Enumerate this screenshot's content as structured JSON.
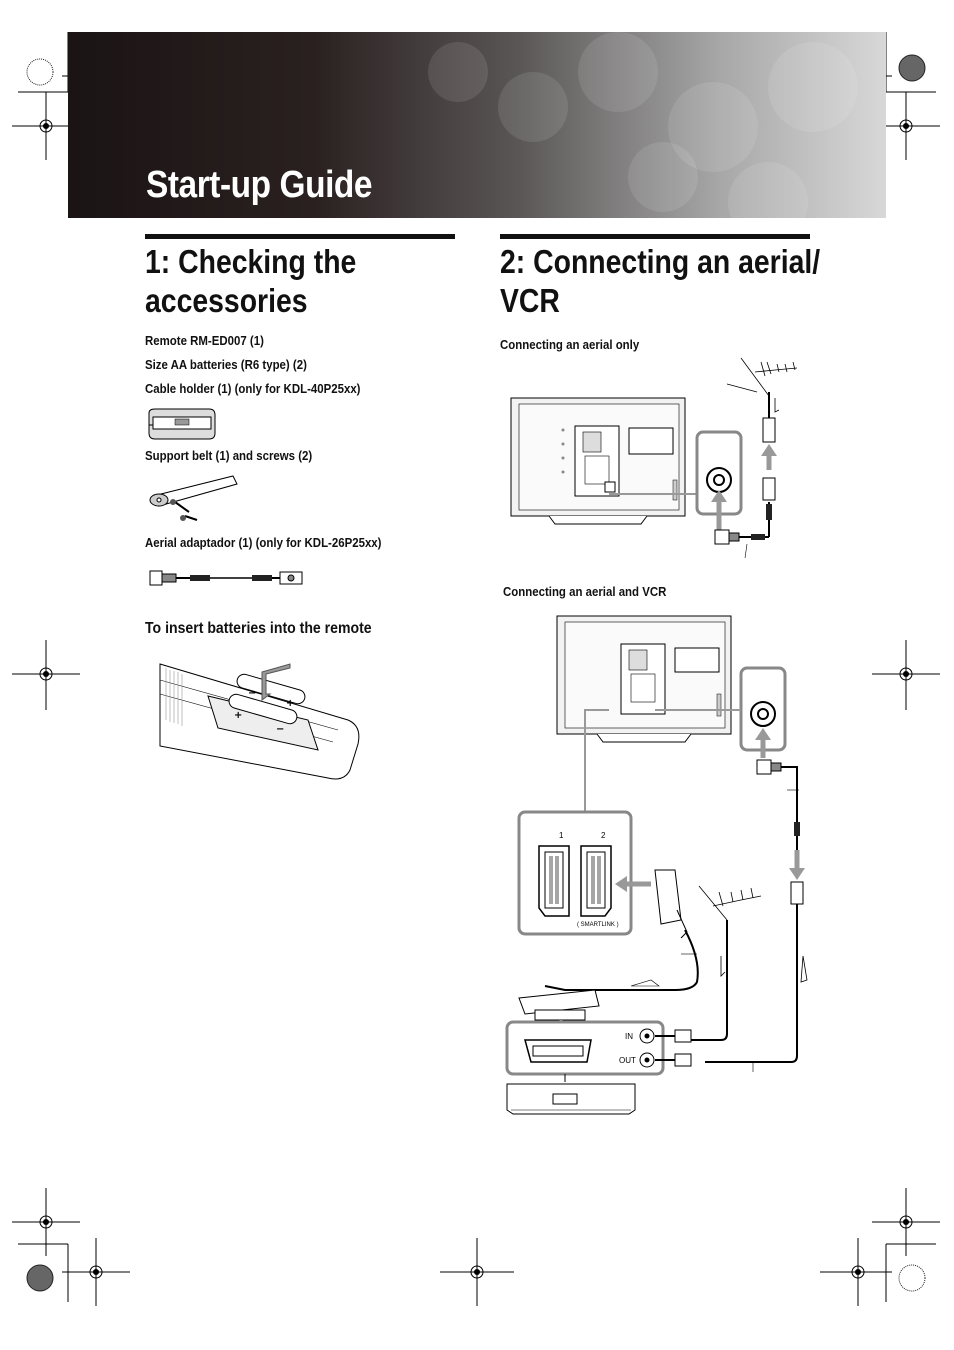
{
  "guide_title": "Start-up Guide",
  "left": {
    "heading_line1": "1: Checking the",
    "heading_line2": "accessories",
    "items": [
      "Remote RM-ED007 (1)",
      "Size AA batteries (R6 type) (2)",
      "Cable holder (1) (only for KDL-40P25xx)",
      "Support belt (1) and screws (2)",
      "Aerial adaptador (1) (only for KDL-26P25xx)"
    ],
    "subheading": "To insert batteries into the remote"
  },
  "right": {
    "heading_line1": "2: Connecting an aerial/",
    "heading_line2": "VCR",
    "caption_aerial_only": "Connecting an aerial only",
    "caption_aerial_vcr": "Connecting an aerial and VCR",
    "label_smartlink": "( SMARTLINK )",
    "label_in": "IN",
    "label_out": "OUT",
    "label_scart1": "1",
    "label_scart2": "2"
  }
}
